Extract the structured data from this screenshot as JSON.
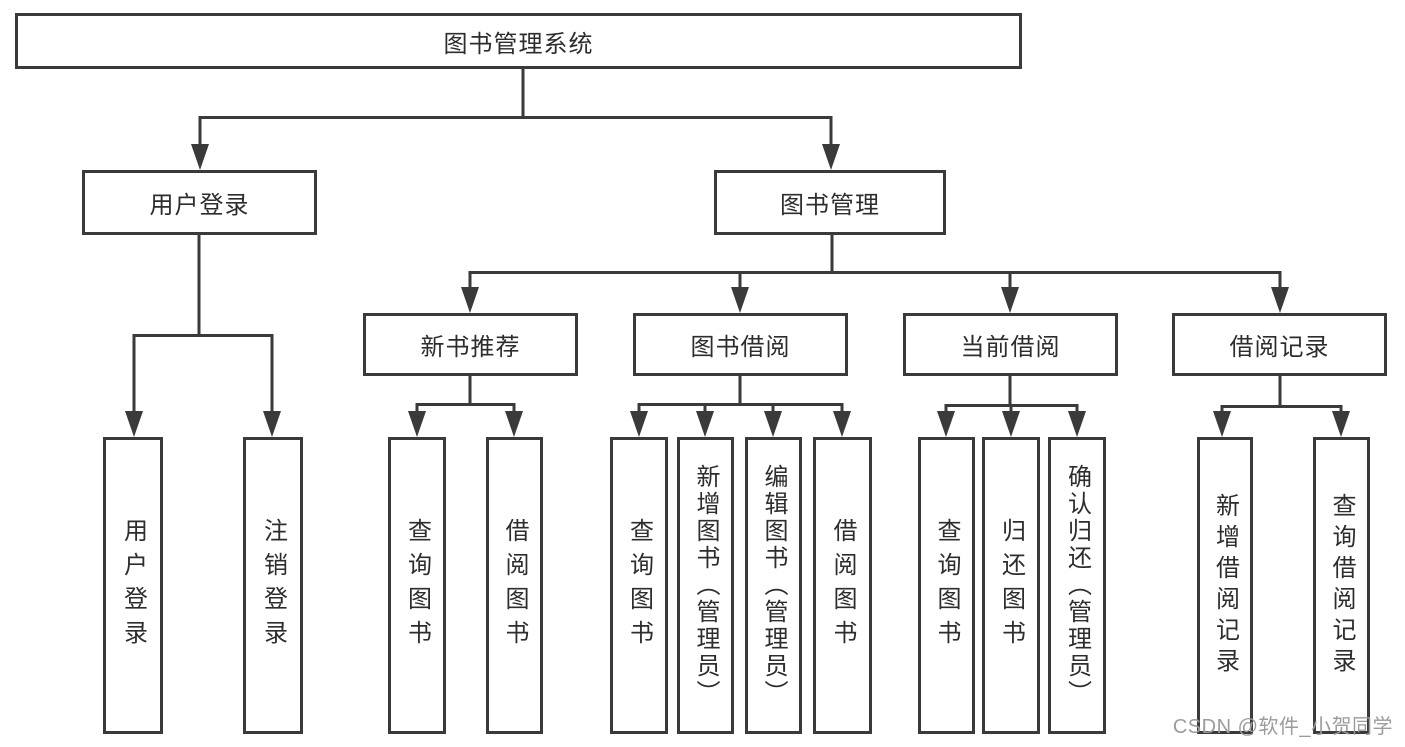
{
  "colors": {
    "line": "#3a3a3a",
    "text": "#2d2d2d",
    "watermark": "#9b9ba0",
    "background": "#ffffff"
  },
  "root": {
    "label": "图书管理系统"
  },
  "level2": [
    {
      "label": "用户登录"
    },
    {
      "label": "图书管理"
    }
  ],
  "level3": [
    {
      "label": "新书推荐"
    },
    {
      "label": "图书借阅"
    },
    {
      "label": "当前借阅"
    },
    {
      "label": "借阅记录"
    }
  ],
  "leaves": [
    {
      "label": "用户登录"
    },
    {
      "label": "注销登录"
    },
    {
      "label": "查询图书"
    },
    {
      "label": "借阅图书"
    },
    {
      "label": "查询图书"
    },
    {
      "label": "新增图书（管理员）"
    },
    {
      "label": "编辑图书（管理员）"
    },
    {
      "label": "借阅图书"
    },
    {
      "label": "查询图书"
    },
    {
      "label": "归还图书"
    },
    {
      "label": "确认归还（管理员）"
    },
    {
      "label": "新增借阅记录"
    },
    {
      "label": "查询借阅记录"
    }
  ],
  "watermark": {
    "text": "CSDN @软件_小贺同学"
  }
}
